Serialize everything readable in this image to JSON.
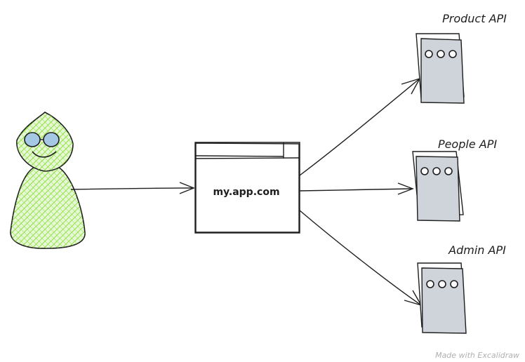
{
  "diagram": {
    "web_app_label": "my.app.com",
    "services": [
      {
        "label": "Product API"
      },
      {
        "label": "People API"
      },
      {
        "label": "Admin API"
      }
    ],
    "watermark": "Made with Excalidraw"
  },
  "colors": {
    "stroke": "#1e1e1e",
    "user_fill": "#8ce03c",
    "eye_fill": "#a5c8e4",
    "server_fill": "#ced4da"
  },
  "icons": {
    "user": "user-avatar-icon",
    "browser": "browser-window-icon",
    "server": "server-icon"
  }
}
